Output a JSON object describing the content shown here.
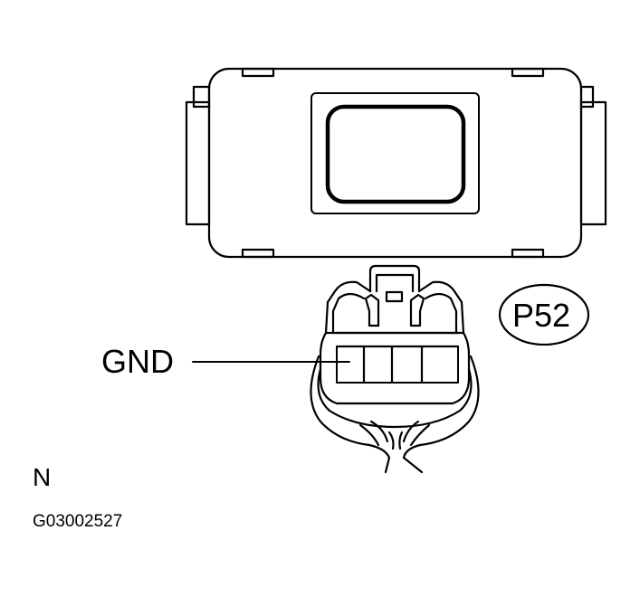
{
  "labels": {
    "gnd": "GND",
    "connector_id": "P52",
    "view_letter": "N",
    "figure_code": "G03002527"
  },
  "colors": {
    "line": "#000000",
    "background": "#ffffff"
  }
}
